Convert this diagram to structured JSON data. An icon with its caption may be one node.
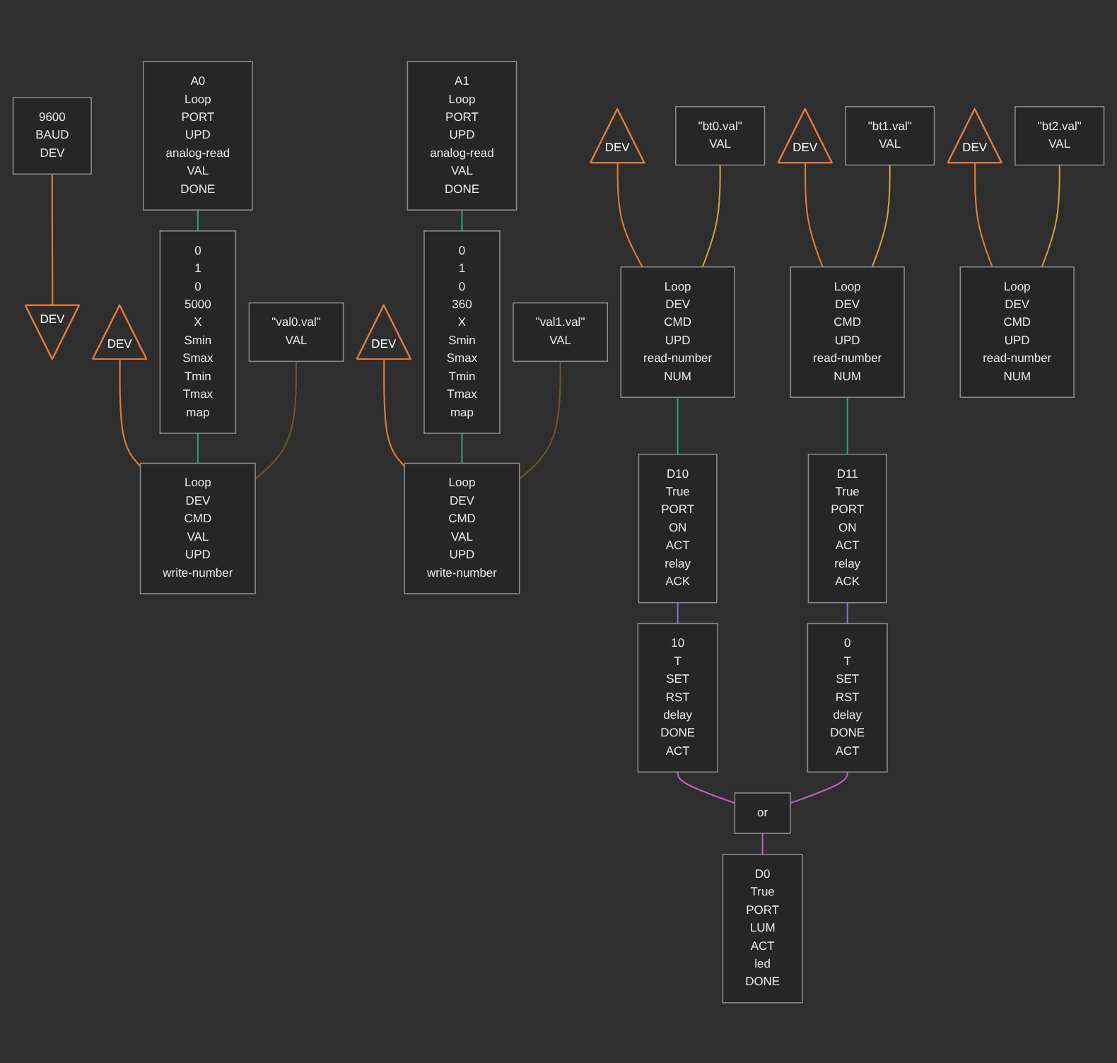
{
  "diagram": {
    "nodes": [
      {
        "text": [
          "9600",
          "BAUD",
          "DEV"
        ]
      },
      {
        "text": [
          "A0",
          "Loop",
          "PORT",
          "UPD",
          "analog-read",
          "VAL",
          "DONE"
        ]
      },
      {
        "text": [
          "A1",
          "Loop",
          "PORT",
          "UPD",
          "analog-read",
          "VAL",
          "DONE"
        ]
      },
      {
        "text": [
          "DEV"
        ]
      },
      {
        "text": [
          "0",
          "1",
          "0",
          "5000",
          "X",
          "Smin",
          "Smax",
          "Tmin",
          "Tmax",
          "map"
        ]
      },
      {
        "text": [
          "0",
          "1",
          "0",
          "360",
          "X",
          "Smin",
          "Smax",
          "Tmin",
          "Tmax",
          "map"
        ]
      },
      {
        "text": [
          "DEV"
        ]
      },
      {
        "text": [
          "DEV"
        ]
      },
      {
        "text": [
          "\"val0.val\"",
          "VAL"
        ]
      },
      {
        "text": [
          "Loop",
          "DEV",
          "CMD",
          "VAL",
          "UPD",
          "write-number"
        ]
      },
      {
        "text": [
          "\"val1.val\"",
          "VAL"
        ]
      },
      {
        "text": [
          "Loop",
          "DEV",
          "CMD",
          "VAL",
          "UPD",
          "write-number"
        ]
      },
      {
        "text": [
          "DEV"
        ]
      },
      {
        "text": [
          "\"bt0.val\"",
          "VAL"
        ]
      },
      {
        "text": [
          "DEV"
        ]
      },
      {
        "text": [
          "\"bt1.val\"",
          "VAL"
        ]
      },
      {
        "text": [
          "DEV"
        ]
      },
      {
        "text": [
          "\"bt2.val\"",
          "VAL"
        ]
      },
      {
        "text": [
          "Loop",
          "DEV",
          "CMD",
          "UPD",
          "read-number",
          "NUM"
        ]
      },
      {
        "text": [
          "Loop",
          "DEV",
          "CMD",
          "UPD",
          "read-number",
          "NUM"
        ]
      },
      {
        "text": [
          "Loop",
          "DEV",
          "CMD",
          "UPD",
          "read-number",
          "NUM"
        ]
      },
      {
        "text": [
          "D10",
          "True",
          "PORT",
          "ON",
          "ACT",
          "relay",
          "ACK"
        ]
      },
      {
        "text": [
          "D11",
          "True",
          "PORT",
          "ON",
          "ACT",
          "relay",
          "ACK"
        ]
      },
      {
        "text": [
          "10",
          "T",
          "SET",
          "RST",
          "delay",
          "DONE",
          "ACT"
        ]
      },
      {
        "text": [
          "0",
          "T",
          "SET",
          "RST",
          "delay",
          "DONE",
          "ACT"
        ]
      },
      {
        "text": [
          "or"
        ]
      },
      {
        "text": [
          "D0",
          "True",
          "PORT",
          "LUM",
          "ACT",
          "led",
          "DONE"
        ]
      }
    ],
    "edges": [
      {
        "from": 0,
        "to": 3,
        "arrow": "none",
        "color": "#e07b39"
      },
      {
        "from": 1,
        "to": 4,
        "arrow": "none",
        "color": "#2e9e7a"
      },
      {
        "from": 2,
        "to": 5,
        "arrow": "none",
        "color": "#2e9e7a"
      },
      {
        "from": 6,
        "to": 9,
        "arrow": "none",
        "color": "#e07b39"
      },
      {
        "from": 4,
        "to": 9,
        "arrow": "none",
        "color": "#2e9e7a"
      },
      {
        "from": 8,
        "to": 9,
        "arrow": "none",
        "color": "#6b5535"
      },
      {
        "from": 7,
        "to": 11,
        "arrow": "none",
        "color": "#e07b39"
      },
      {
        "from": 5,
        "to": 11,
        "arrow": "none",
        "color": "#2e9e7a"
      },
      {
        "from": 10,
        "to": 11,
        "arrow": "none",
        "color": "#6b5535"
      },
      {
        "from": 12,
        "to": 18,
        "arrow": "none",
        "color": "#e07b39"
      },
      {
        "from": 13,
        "to": 18,
        "arrow": "none",
        "color": "#c8a040"
      },
      {
        "from": 14,
        "to": 19,
        "arrow": "none",
        "color": "#e07b39"
      },
      {
        "from": 15,
        "to": 19,
        "arrow": "none",
        "color": "#c8a040"
      },
      {
        "from": 16,
        "to": 20,
        "arrow": "none",
        "color": "#e07b39"
      },
      {
        "from": 17,
        "to": 20,
        "arrow": "none",
        "color": "#c8a040"
      },
      {
        "from": 18,
        "to": 21,
        "arrow": "none",
        "color": "#2e9e7a"
      },
      {
        "from": 19,
        "to": 22,
        "arrow": "none",
        "color": "#2e9e7a"
      },
      {
        "from": 21,
        "to": 23,
        "arrow": "none",
        "color": "#7b6fd0"
      },
      {
        "from": 22,
        "to": 24,
        "arrow": "none",
        "color": "#7b6fd0"
      },
      {
        "from": 23,
        "to": 25,
        "arrow": "none",
        "color": "#c060b0"
      },
      {
        "from": 24,
        "to": 25,
        "arrow": "none",
        "color": "#c060b0"
      },
      {
        "from": 25,
        "to": 26,
        "arrow": "none",
        "color": "#c060b0"
      }
    ]
  }
}
